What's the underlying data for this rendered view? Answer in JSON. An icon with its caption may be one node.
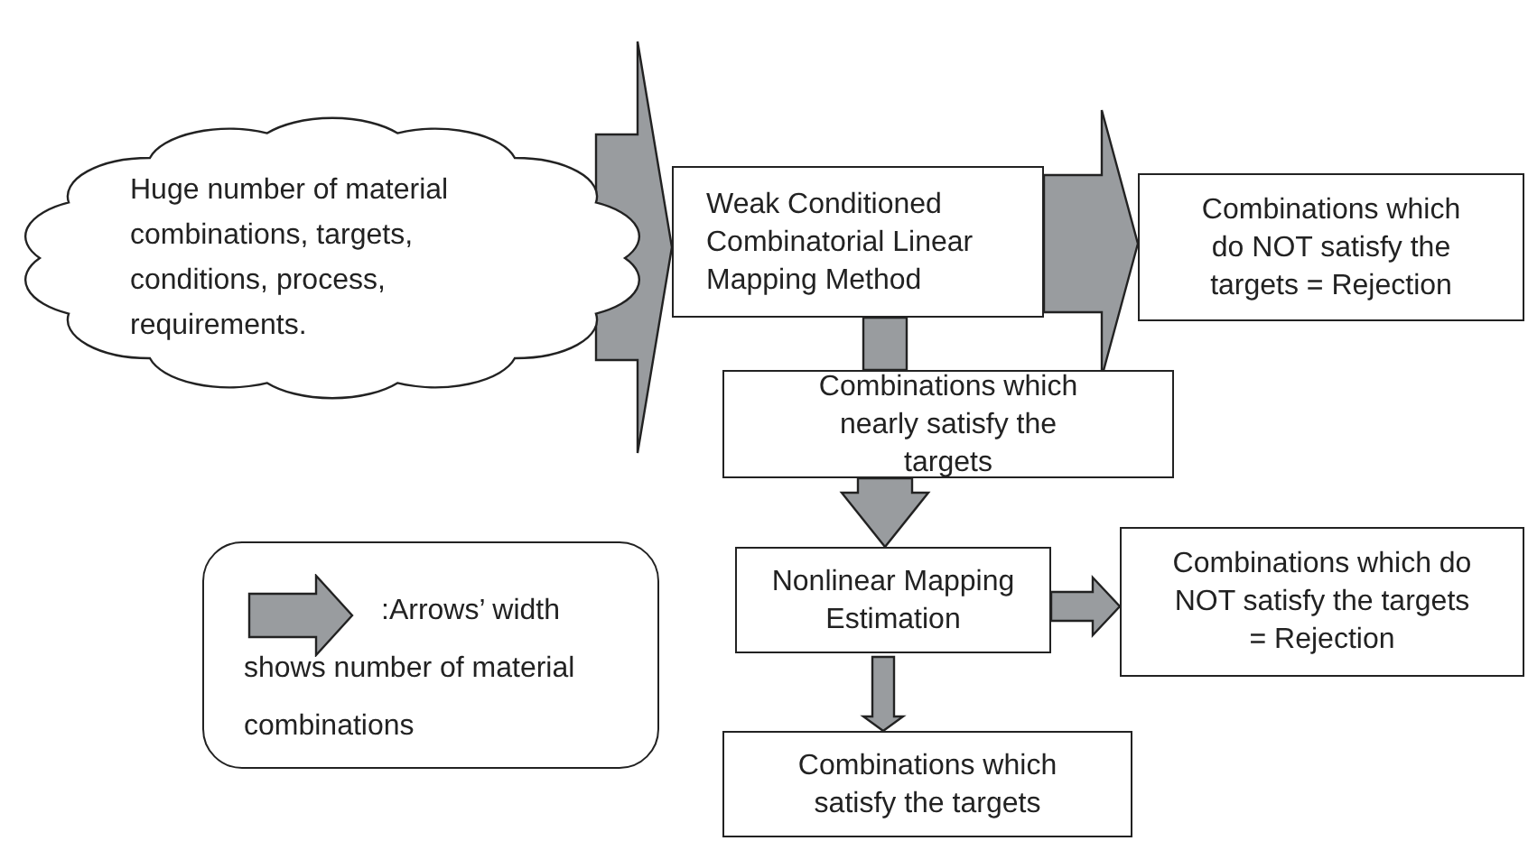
{
  "diagram": {
    "nodes": [
      {
        "text": [
          "Huge number of material combinations, targets, conditions, process, requirements."
        ]
      },
      {
        "text": [
          "Weak Conditioned Combinatorial Linear Mapping Method"
        ]
      },
      {
        "text": [
          "Combinations which do NOT satisfy the targets = Rejection"
        ]
      },
      {
        "text": [
          "Combinations which nearly satisfy the targets"
        ]
      },
      {
        "text": [
          "Nonlinear Mapping Estimation"
        ]
      },
      {
        "text": [
          "Combinations which do NOT satisfy the targets = Rejection"
        ]
      },
      {
        "text": [
          "Combinations which satisfy the targets"
        ]
      }
    ],
    "edges": [
      {
        "from": 0,
        "to": 1,
        "arrow": "to",
        "style": "thick"
      },
      {
        "from": 1,
        "to": 2,
        "arrow": "to",
        "style": "thick"
      },
      {
        "from": 1,
        "to": 3,
        "arrow": "none",
        "style": "thick"
      },
      {
        "from": 3,
        "to": 4,
        "arrow": "to",
        "style": "thick"
      },
      {
        "from": 4,
        "to": 5,
        "arrow": "to",
        "style": "thick"
      },
      {
        "from": 4,
        "to": 6,
        "arrow": "to",
        "style": "thick"
      }
    ],
    "legend": [
      {
        "text": ":Arrows’ width shows number of material combinations"
      }
    ]
  }
}
